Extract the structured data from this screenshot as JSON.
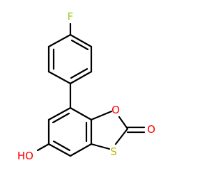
{
  "molecule": {
    "atoms": {
      "fluorine": "F",
      "ring_oxygen": "O",
      "carbonyl_oxygen": "O",
      "sulfur": "S",
      "hydroxyl": "HO"
    },
    "colors": {
      "fluorine": "#9acd32",
      "oxygen": "#ff0000",
      "sulfur": "#b8b800",
      "bond": "#000000",
      "background": "#ffffff"
    }
  }
}
